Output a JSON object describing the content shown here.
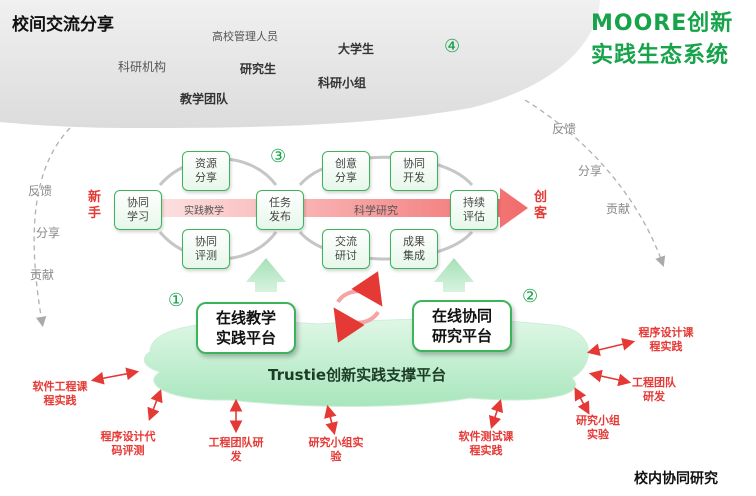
{
  "exchange": {
    "title": "校间交流分享",
    "members": [
      "高校管理人员",
      "科研机构",
      "研究生",
      "大学生",
      "教学团队",
      "科研小组"
    ],
    "marker": "④"
  },
  "ecosystem_title": {
    "line1": "MOORE创新",
    "line2": "实践生态系统"
  },
  "side_left": [
    "反馈",
    "分享",
    "贡献"
  ],
  "side_right": [
    "反馈",
    "分享",
    "贡献"
  ],
  "flow": {
    "start": "新手",
    "end": "创客",
    "stage_teaching": "实践教学",
    "stage_research": "科学研究",
    "marker": "③",
    "nodes": [
      "协同学习",
      "资源分享",
      "协同评测",
      "任务发布",
      "创意分享",
      "协同开发",
      "交流研讨",
      "成果集成",
      "持续评估"
    ]
  },
  "platforms": {
    "teaching": "在线教学实践平台",
    "research": "在线协同研究平台",
    "base": "Trustie创新实践支撑平台",
    "marker_1": "①",
    "marker_2": "②"
  },
  "activities": [
    "软件工程课程实践",
    "程序设计代码评测",
    "工程团队研发",
    "研究小组实验",
    "软件测试课程实践",
    "研究小组实验",
    "工程团队研发",
    "程序设计课程实践"
  ],
  "footer": "校内协同研究",
  "colors": {
    "green": "#16a34a",
    "red": "#e53935",
    "cloud": "#e6e6e6",
    "platform": "#c8f0d5"
  }
}
